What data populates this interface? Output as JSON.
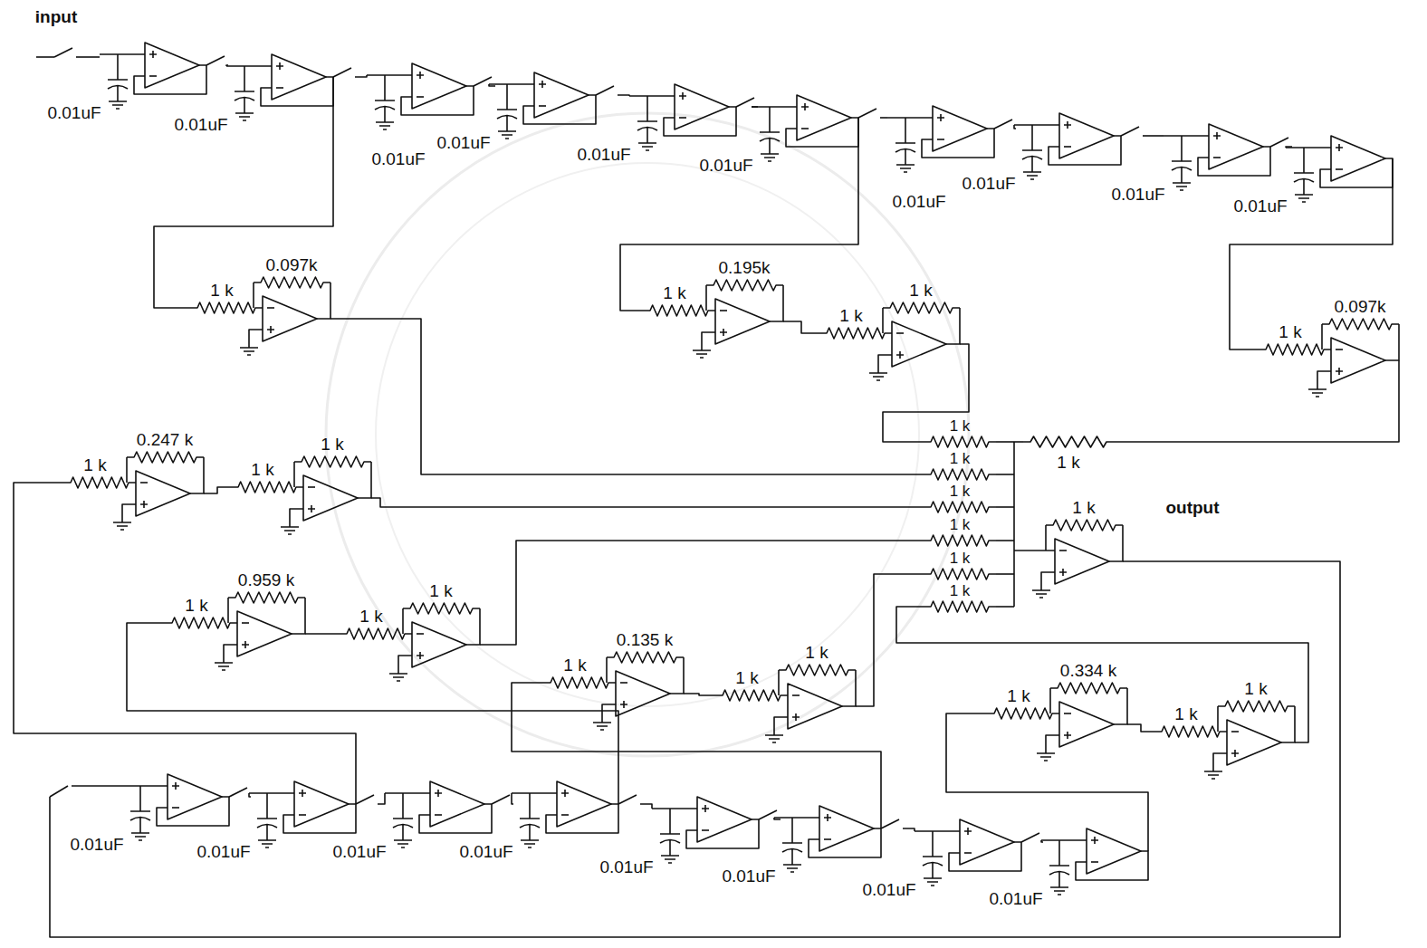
{
  "diagram": {
    "labels": [
      "input",
      "0.01uF",
      "0.01uF",
      "0.01uF",
      "0.01uF",
      "0.01uF",
      "0.01uF",
      "0.01uF",
      "0.01uF",
      "0.01uF",
      "0.01uF",
      "0.01uF",
      "0.01uF",
      "0.01uF",
      "0.01uF",
      "0.01uF",
      "0.01uF",
      "0.01uF",
      "0.01uF",
      "1 k",
      "0.097k",
      "1 k",
      "0.195k",
      "1 k",
      "1 k",
      "1 k",
      "0.097k",
      "1 k",
      "0.247 k",
      "1 k",
      "1 k",
      "1 k",
      "0.959 k",
      "1 k",
      "1 k",
      "1 k",
      "0.135 k",
      "1 k",
      "1 k",
      "1 k",
      "0.334 k",
      "1 k",
      "1 k",
      "1 k",
      "1 k",
      "1 k",
      "1 k",
      "1 k",
      "1 k",
      "1 k",
      "1 k",
      "output"
    ]
  }
}
